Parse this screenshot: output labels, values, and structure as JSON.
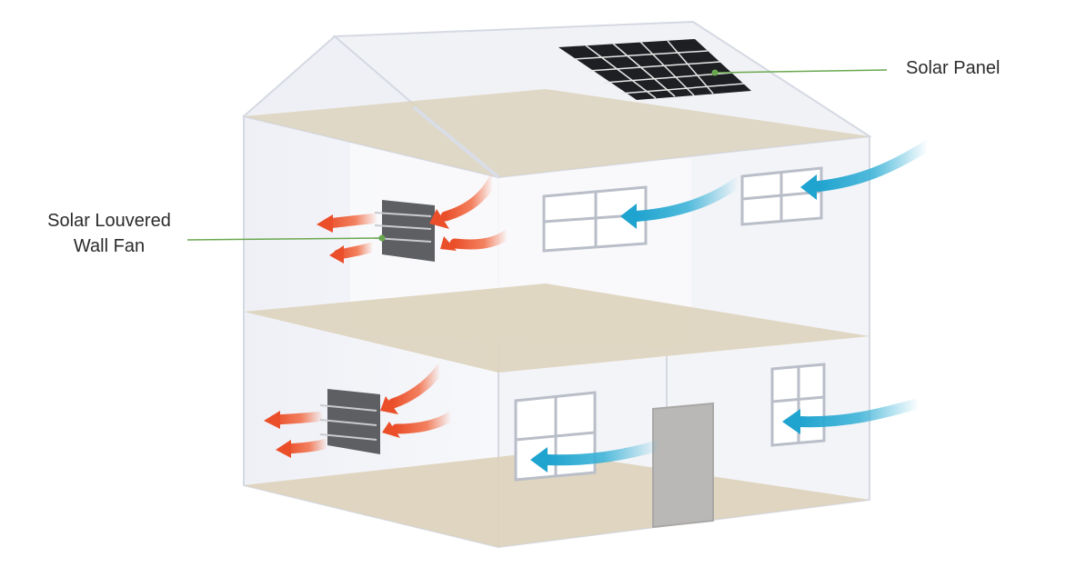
{
  "callouts": {
    "solar_panel": "Solar Panel",
    "wall_fan_line1": "Solar Louvered",
    "wall_fan_line2": "Wall Fan"
  },
  "colors": {
    "callout_line": "#6aa84f",
    "warm_arrow": "#f26b43",
    "cool_arrow": "#3fb4d8",
    "floor": "#ddd3bd",
    "glass_edge": "#d9dde6",
    "panel": "#1e1f22",
    "fan": "#5d5f63"
  },
  "icons": {
    "solar_panel": "solar-panel-icon",
    "fan": "louvered-fan-icon",
    "warm_air": "warm-air-arrow-icon",
    "cool_air": "cool-air-arrow-icon"
  }
}
